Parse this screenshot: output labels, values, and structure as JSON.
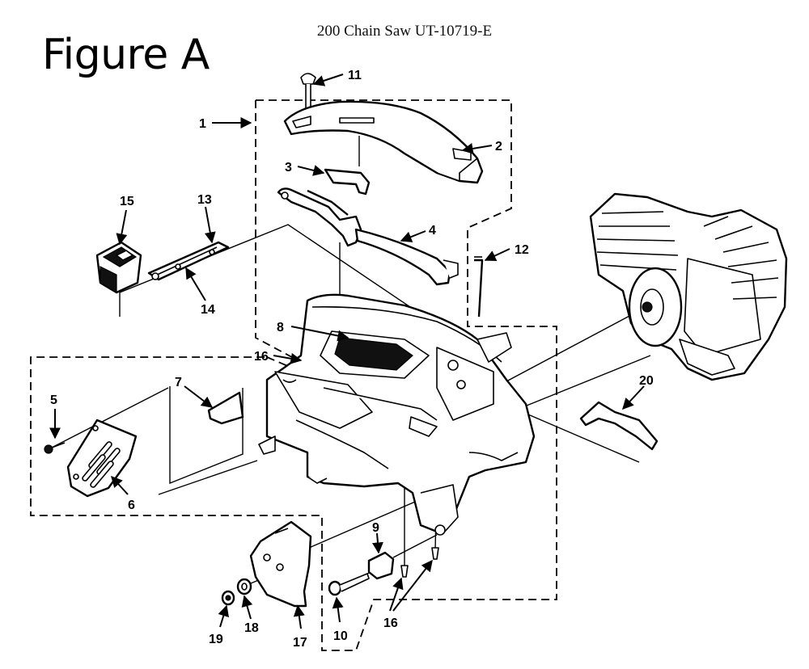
{
  "header": {
    "title": "200 Chain Saw UT-10719-E"
  },
  "figure": {
    "label": "Figure A"
  },
  "callouts": {
    "c1": "1",
    "c2": "2",
    "c3": "3",
    "c4": "4",
    "c5": "5",
    "c6": "6",
    "c7": "7",
    "c8": "8",
    "c9": "9",
    "c10": "10",
    "c11": "11",
    "c12": "12",
    "c13": "13",
    "c14": "14",
    "c15": "15",
    "c16a": "16",
    "c16b": "16",
    "c17": "17",
    "c18": "18",
    "c19": "19",
    "c20": "20"
  }
}
